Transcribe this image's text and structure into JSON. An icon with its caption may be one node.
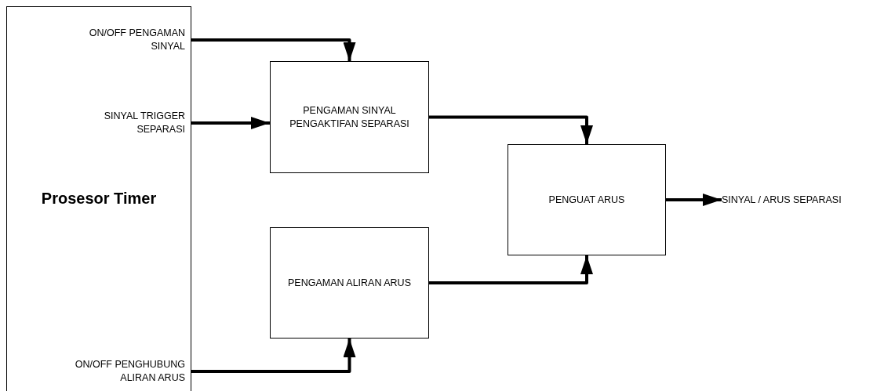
{
  "diagram": {
    "nodes": [
      {
        "text": [
          "Prosesor Timer"
        ]
      },
      {
        "text": [
          "ON/OFF PENGAMAN SINYAL"
        ],
        "in": 0
      },
      {
        "text": [
          "SINYAL TRIGGER SEPARASI"
        ],
        "in": 0
      },
      {
        "text": [
          "ON/OFF PENGHUBUNG ALIRAN ARUS"
        ],
        "in": 0
      },
      {
        "text": [
          "PENGAMAN SINYAL PENGAKTIFAN SEPARASI"
        ]
      },
      {
        "text": [
          "PENGAMAN ALIRAN ARUS"
        ]
      },
      {
        "text": [
          "PENGUAT ARUS"
        ]
      },
      {
        "text": [
          "SINYAL / ARUS SEPARASI"
        ]
      }
    ],
    "edges": [
      {
        "from": 1,
        "to": 4,
        "arrow": "to"
      },
      {
        "from": 2,
        "to": 4,
        "arrow": "to"
      },
      {
        "from": 3,
        "to": 5,
        "arrow": "to"
      },
      {
        "from": 4,
        "to": 6,
        "arrow": "to"
      },
      {
        "from": 5,
        "to": 6,
        "arrow": "to"
      },
      {
        "from": 6,
        "to": 7,
        "arrow": "to"
      }
    ]
  }
}
